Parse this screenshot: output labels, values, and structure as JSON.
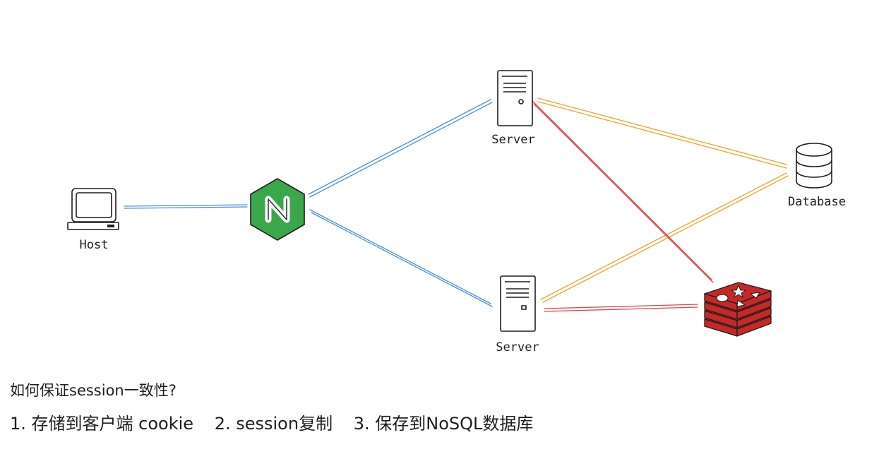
{
  "nodes": {
    "host": {
      "label": "Host",
      "icon": "desktop-computer-icon"
    },
    "nginx": {
      "label": "N",
      "icon": "nginx-hexagon-icon",
      "color": "#3aa84a"
    },
    "server_top": {
      "label": "Server",
      "icon": "server-tower-icon"
    },
    "server_bottom": {
      "label": "Server",
      "icon": "server-tower-icon"
    },
    "database": {
      "label": "Database",
      "icon": "database-cylinder-icon"
    },
    "redis": {
      "label": "",
      "icon": "redis-stack-icon",
      "color": "#c62828"
    }
  },
  "connection_colors": {
    "load_balancing": "#4a8fd6",
    "database_links": "#f0a22e",
    "redis_links": "#e04848"
  },
  "caption": {
    "question": "如何保证session一致性?",
    "answers": [
      "1. 存储到客户端 cookie",
      "2. session复制",
      "3. 保存到NoSQL数据库"
    ]
  }
}
